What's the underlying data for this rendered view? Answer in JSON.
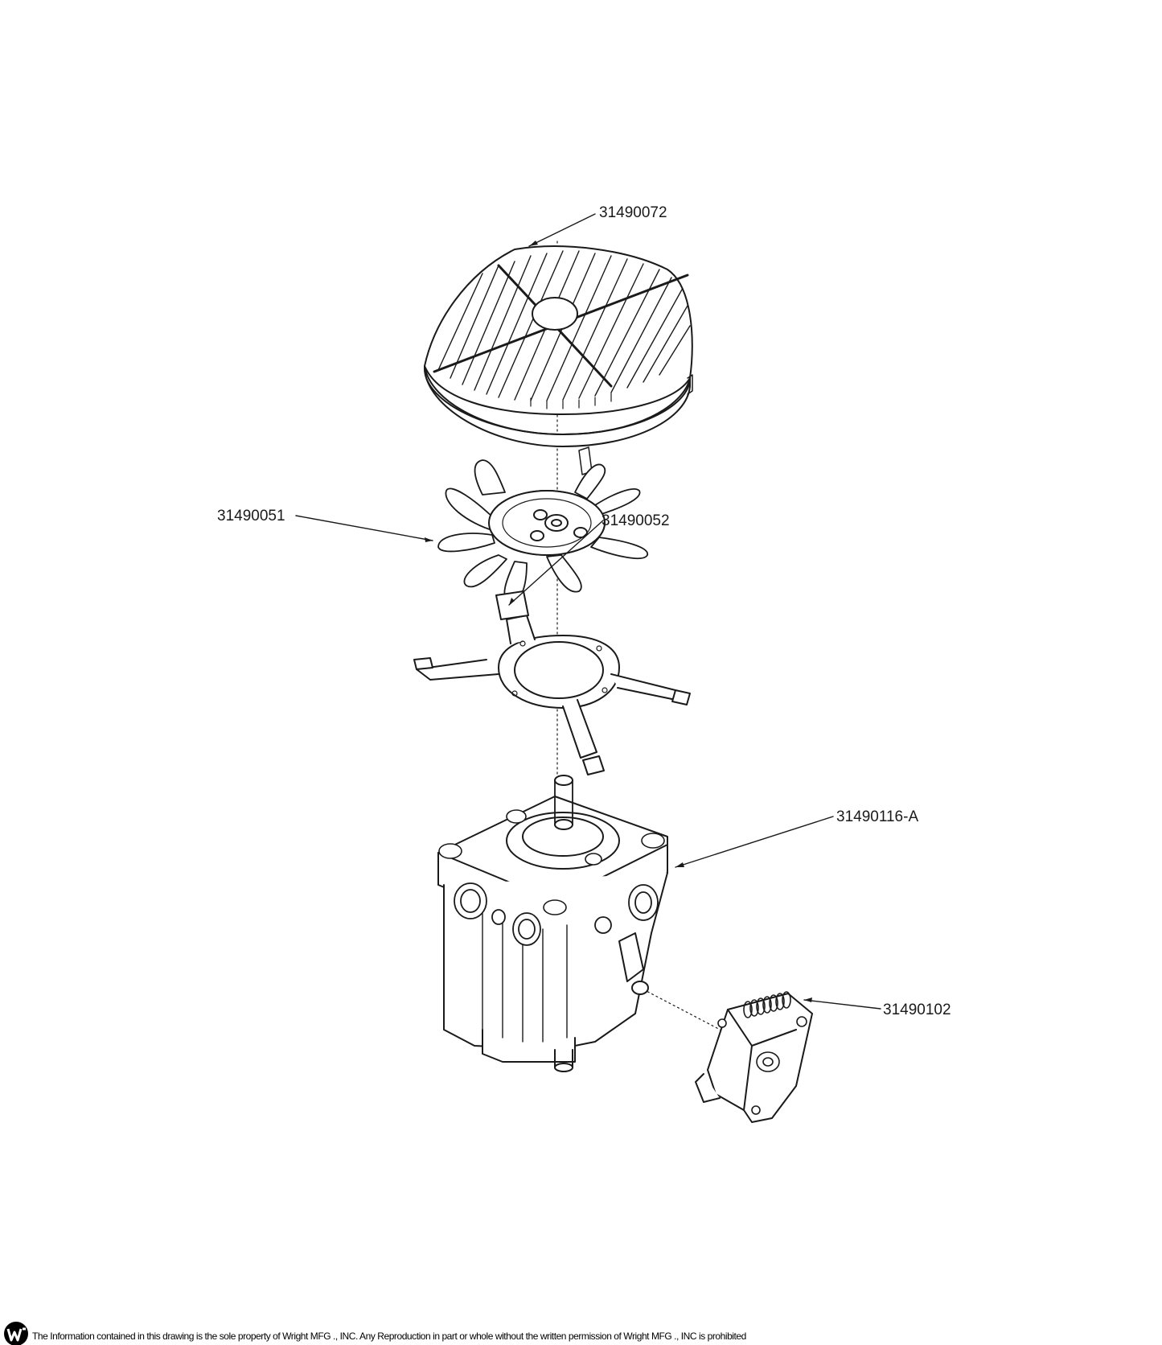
{
  "callouts": {
    "shroud": "31490072",
    "fan": "31490051",
    "fan_hardware": "31490052",
    "pump": "31490116-A",
    "bracket": "31490102"
  },
  "footer": {
    "disclaimer": "The Information contained in this drawing is the sole property of Wright MFG ., INC. Any Reproduction in part or whole without the written permission of Wright MFG ., INC is prohibited",
    "logo_icon": "wright-w-logo-icon"
  },
  "colors": {
    "line": "#1a1a1a",
    "background": "#ffffff"
  }
}
